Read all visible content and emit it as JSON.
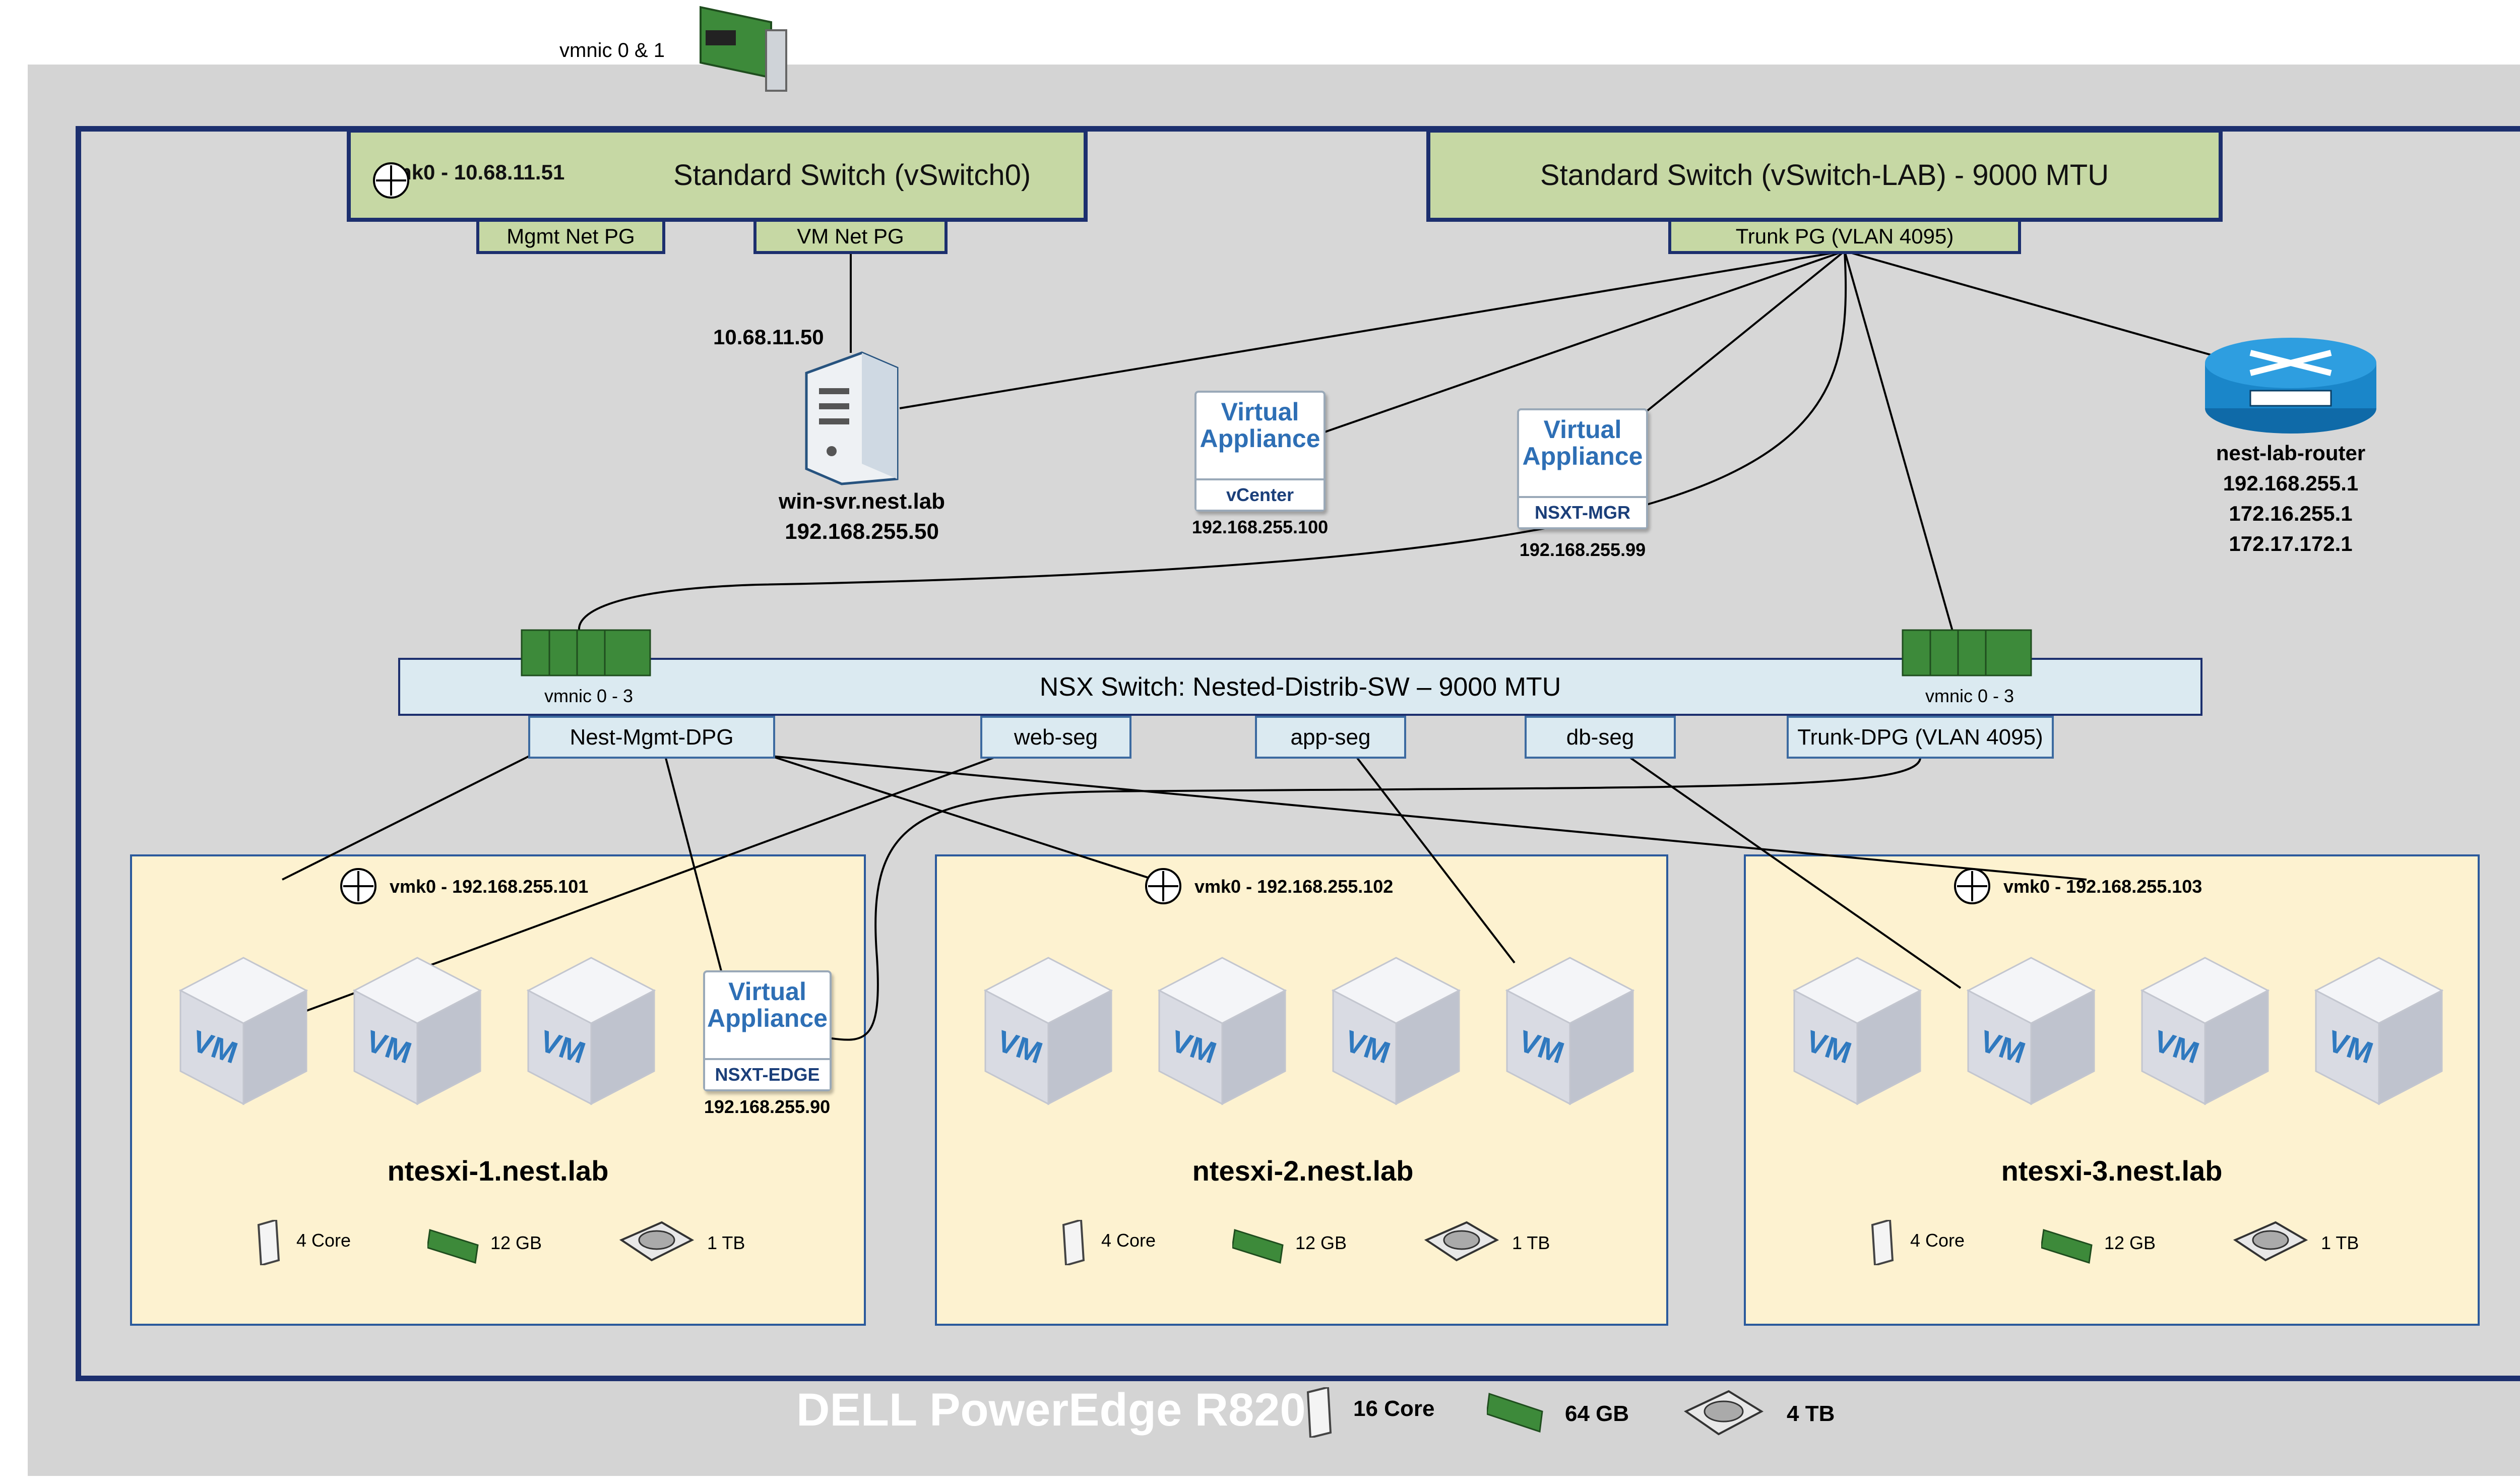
{
  "vmnic_top": "vmnic 0 & 1",
  "vswitch0": {
    "vmk": "vmk0 - 10.68.11.51",
    "title": "Standard Switch (vSwitch0)",
    "pg_mgmt": "Mgmt Net PG",
    "pg_vm": "VM Net PG"
  },
  "vswitch_lab": {
    "title": "Standard Switch (vSwitch-LAB) - 9000 MTU",
    "pg_trunk": "Trunk PG (VLAN 4095)"
  },
  "winsvr": {
    "ip_top": "10.68.11.50",
    "name": "win-svr.nest.lab",
    "ip": "192.168.255.50"
  },
  "vcenter": {
    "title1": "Virtual",
    "title2": "Appliance",
    "name": "vCenter",
    "ip": "192.168.255.100"
  },
  "nsxmgr": {
    "title1": "Virtual",
    "title2": "Appliance",
    "name": "NSXT-MGR",
    "ip": "192.168.255.99"
  },
  "router": {
    "name": "nest-lab-router",
    "ip1": "192.168.255.1",
    "ip2": "172.16.255.1",
    "ip3": "172.17.172.1"
  },
  "nsx_switch": {
    "title": "NSX Switch: Nested-Distrib-SW – 9000 MTU",
    "vmnic_left": "vmnic 0 - 3",
    "vmnic_right": "vmnic 0 - 3"
  },
  "segments": {
    "mgmt": "Nest-Mgmt-DPG",
    "web": "web-seg",
    "app": "app-seg",
    "db": "db-seg",
    "trunk": "Trunk-DPG (VLAN 4095)"
  },
  "hosts": [
    {
      "vmk": "vmk0 - 192.168.255.101",
      "name": "ntesxi-1.nest.lab",
      "core": "4 Core",
      "ram": "12 GB",
      "disk": "1 TB"
    },
    {
      "vmk": "vmk0 - 192.168.255.102",
      "name": "ntesxi-2.nest.lab",
      "core": "4 Core",
      "ram": "12 GB",
      "disk": "1 TB"
    },
    {
      "vmk": "vmk0 - 192.168.255.103",
      "name": "ntesxi-3.nest.lab",
      "core": "4 Core",
      "ram": "12 GB",
      "disk": "1 TB"
    }
  ],
  "nsxedge": {
    "title1": "Virtual",
    "title2": "Appliance",
    "name": "NSXT-EDGE",
    "ip": "192.168.255.90"
  },
  "vm_label": "VM",
  "server": {
    "name": "DELL PowerEdge R820",
    "core": "16 Core",
    "ram": "64 GB",
    "disk": "4 TB"
  },
  "colors": {
    "frame": "#1c2f6e",
    "switch": "#c6d8a4",
    "nsx": "#dbeaf1",
    "host": "#fdf2d0",
    "accent": "#2e6fb5"
  },
  "icons": [
    "nic-card-icon",
    "vmkernel-port-icon",
    "tower-server-icon",
    "router-icon",
    "vm-cube-icon",
    "cpu-icon",
    "memory-icon",
    "hard-disk-icon"
  ]
}
